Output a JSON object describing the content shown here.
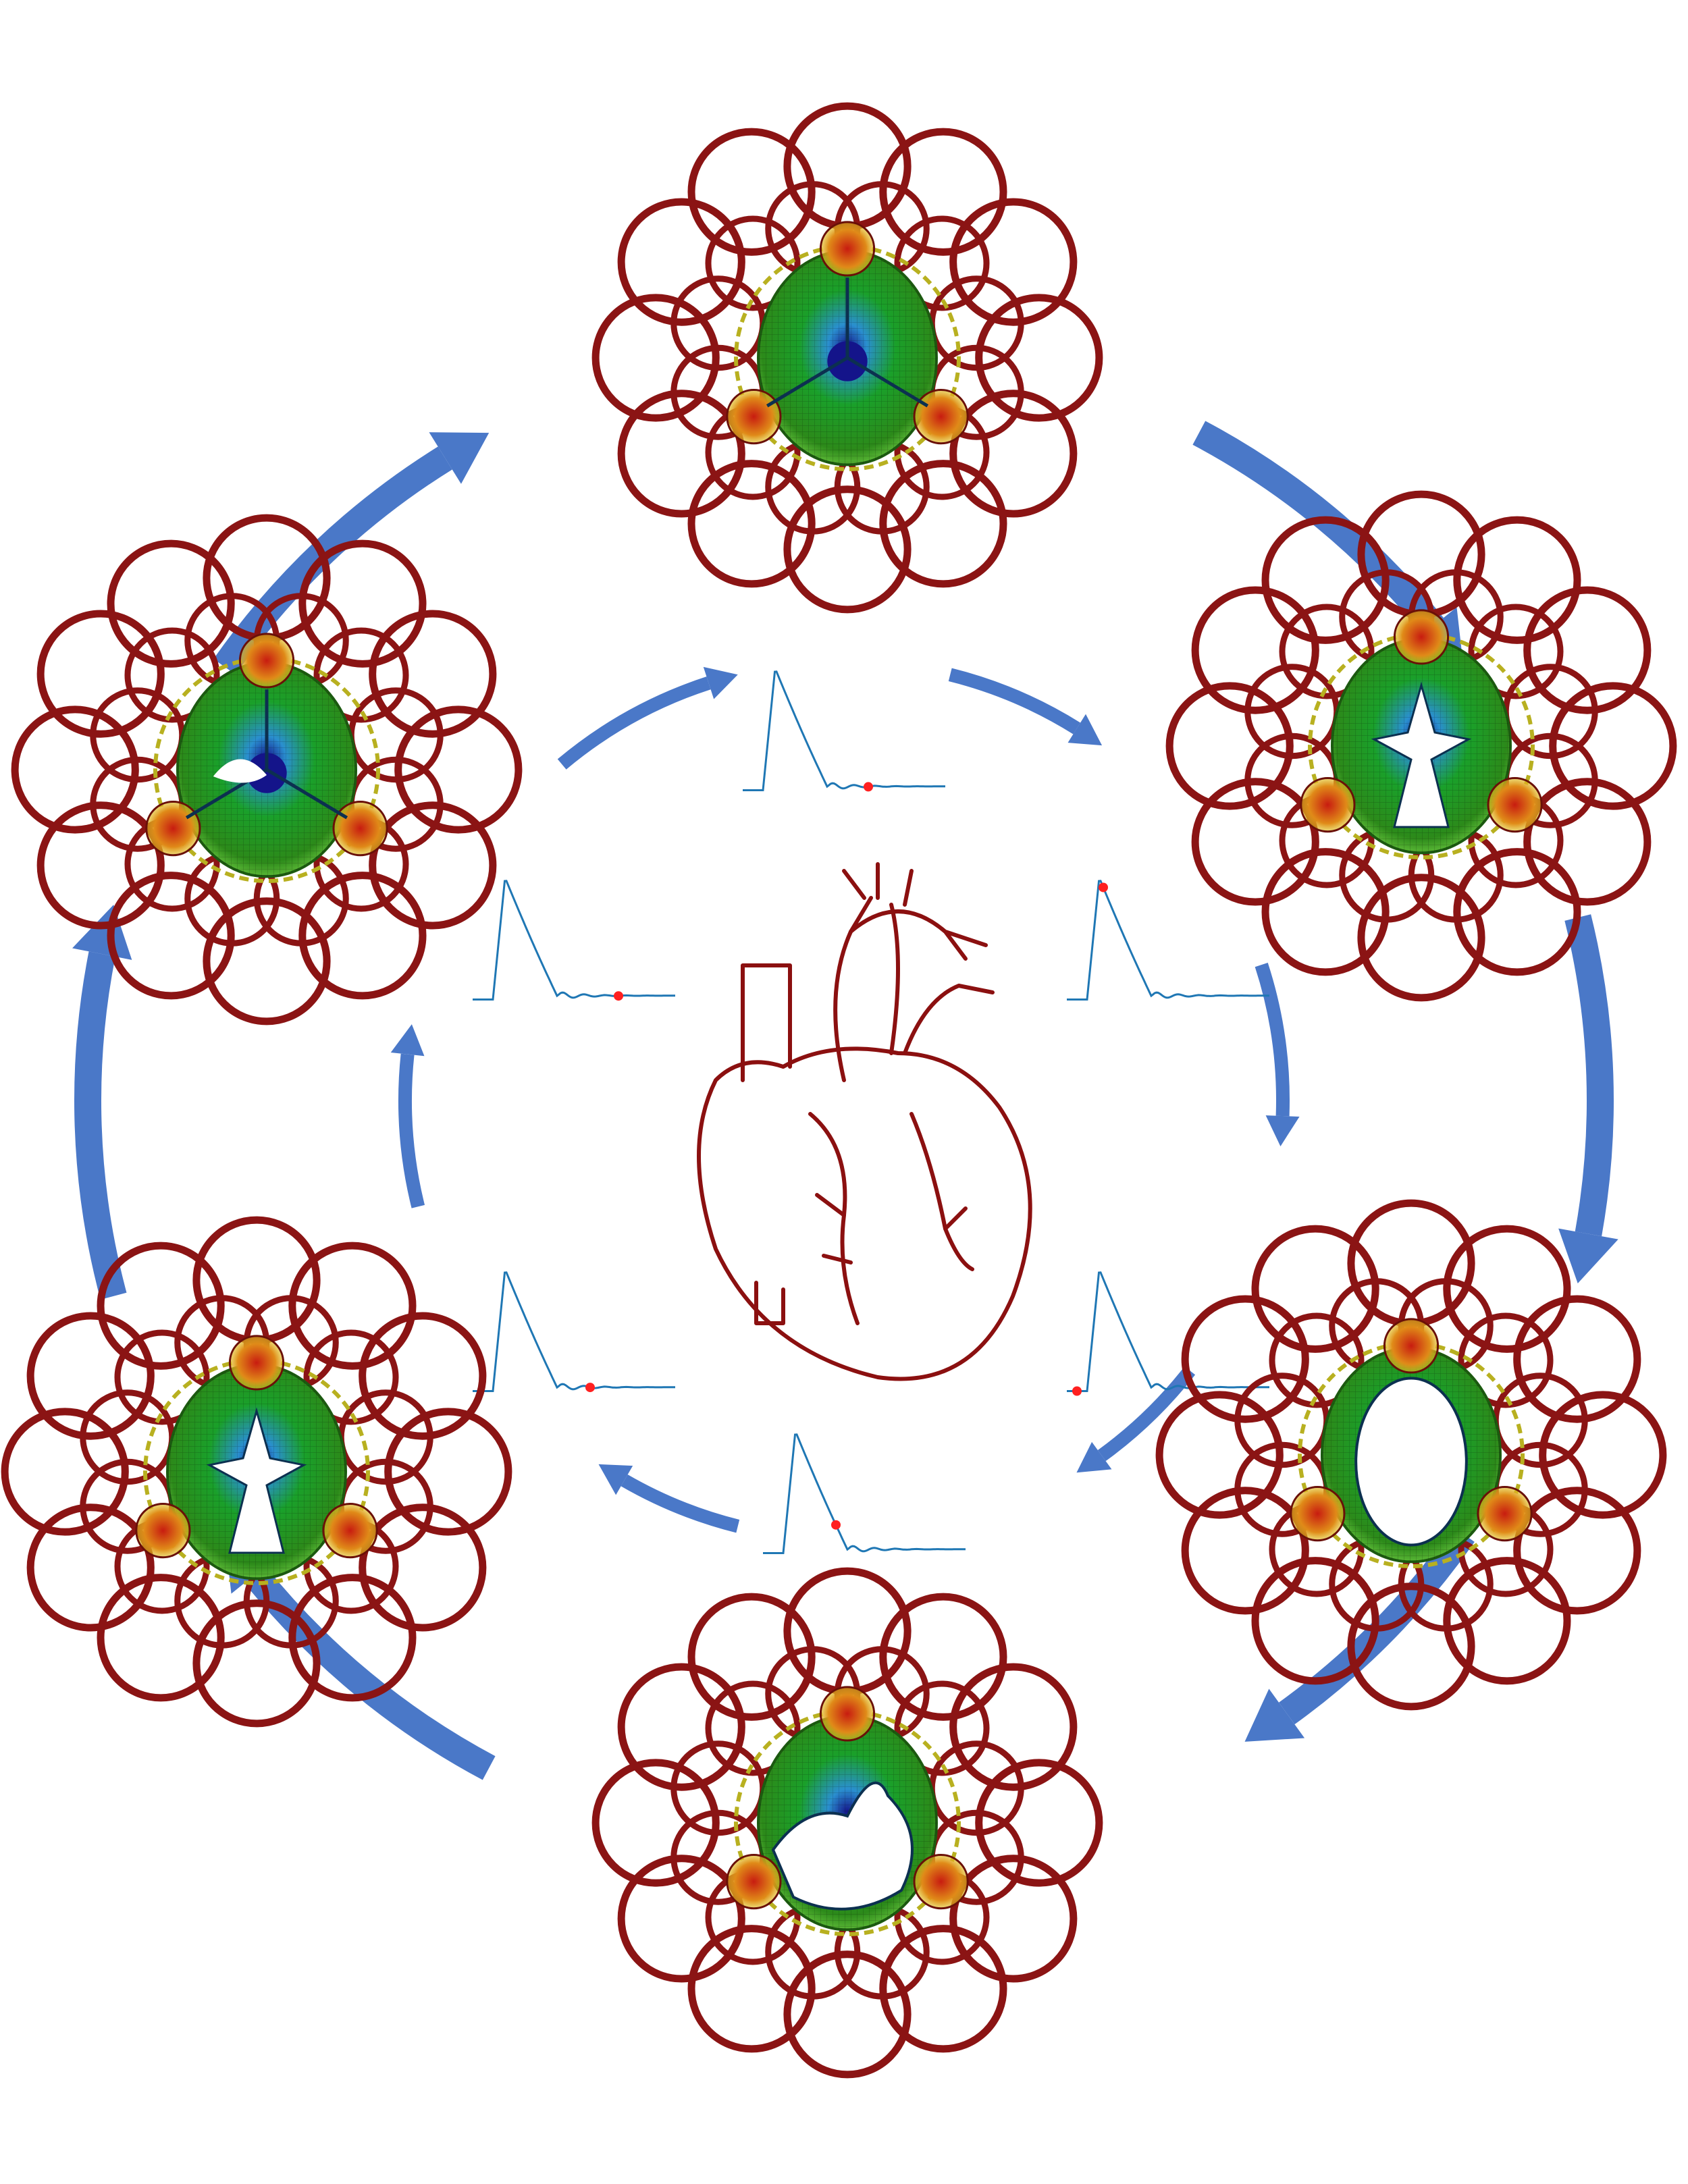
{
  "colors": {
    "background": "#ffffff",
    "arrow": "#4a78c8",
    "frame": "#8b1414",
    "frame_dark": "#3a0808",
    "leaflet_mid": "#1aa02a",
    "leaflet_light": "#7cd84a",
    "leaflet_blue": "#2a8fcf",
    "leaflet_deep": "#14148a",
    "commissure_red": "#c81c10",
    "commissure_orange": "#e08a18",
    "waveform": "#1f77b4",
    "marker": "#ff2020",
    "heart": "#8b1010"
  },
  "valves": [
    {
      "state": "closed",
      "pattern": "y-closed"
    },
    {
      "state": "opening",
      "pattern": "y-open-small"
    },
    {
      "state": "open",
      "pattern": "open-wide"
    },
    {
      "state": "closing",
      "pattern": "open-medium"
    },
    {
      "state": "nearly-closed",
      "pattern": "y-open-small"
    },
    {
      "state": "closed-slit",
      "pattern": "y-closed-slit"
    }
  ],
  "waveforms": [
    {
      "marker_phase": 0.62
    },
    {
      "marker_phase": 0.18
    },
    {
      "marker_phase": 0.05
    },
    {
      "marker_phase": 0.36
    },
    {
      "marker_phase": 0.58
    },
    {
      "marker_phase": 0.72
    }
  ]
}
